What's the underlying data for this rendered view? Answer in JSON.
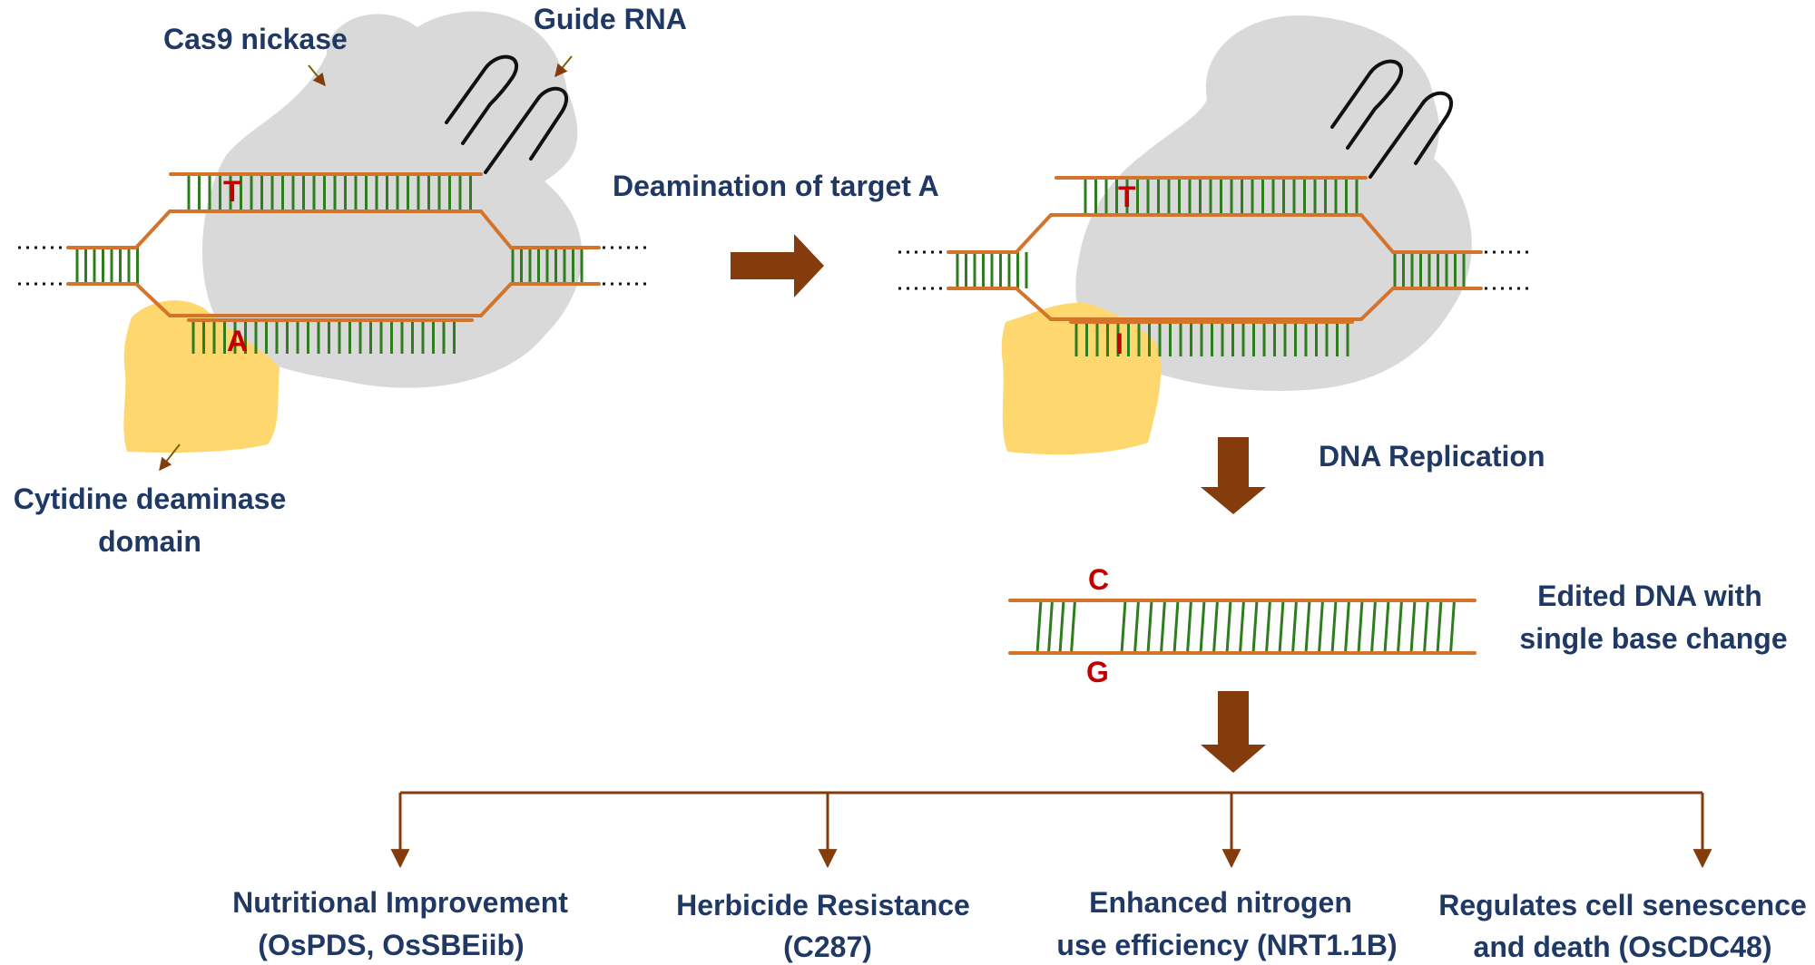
{
  "labels": {
    "cas9_nickase": "Cas9 nickase",
    "guide_rna": "Guide RNA",
    "deaminase_line1": "Cytidine deaminase",
    "deaminase_line2": "domain",
    "deamination_step": "Deamination of target A",
    "replication_step": "DNA Replication",
    "edited_line1": "Edited DNA with",
    "edited_line2": "single base change"
  },
  "bases": {
    "left_top": "T",
    "left_bottom": "A",
    "right_top": "T",
    "right_bottom": "I",
    "edited_top": "C",
    "edited_bottom": "G"
  },
  "outcomes": [
    {
      "line1": "Nutritional  Improvement",
      "line2": "(OsPDS, OsSBEiib)"
    },
    {
      "line1": "Herbicide  Resistance",
      "line2": "(C287)"
    },
    {
      "line1": "Enhanced nitrogen",
      "line2": "use efficiency (NRT1.1B)"
    },
    {
      "line1": "Regulates cell senescence",
      "line2": "and death (OsCDC48)"
    }
  ],
  "colors": {
    "label_text": "#1f3864",
    "base_text": "#c00000",
    "dna_backbone": "#d4742a",
    "base_pairs": "#2e7d1e",
    "cas9_protein": "#d9d9d9",
    "deaminase": "#fed86e",
    "arrow": "#843c0c",
    "guide_rna": "#111111"
  }
}
